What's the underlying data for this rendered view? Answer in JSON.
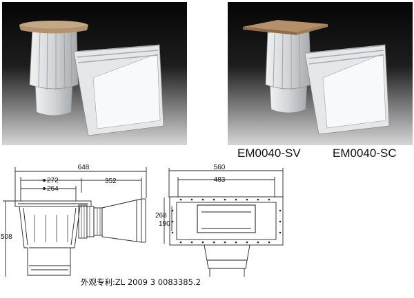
{
  "products": [
    {
      "model": "EM0040-SV",
      "lid_color": "#c4a886"
    },
    {
      "model": "EM0040-SC",
      "lid_color": "#b48f69"
    }
  ],
  "drawing": {
    "side_view": {
      "overall_length": "648",
      "dim_a": "272",
      "dim_b": "264",
      "mouth_length": "352",
      "height": "508"
    },
    "front_view": {
      "overall_width": "560",
      "inner_width": "483",
      "flange_height": "268",
      "opening_height": "190"
    }
  },
  "patent_note": "外观专利:ZL 2009 3 0083385.2",
  "colors": {
    "photo_bg_top": "#0b0b0b",
    "photo_bg_bottom": "#d4d4d4",
    "line": "#222222"
  }
}
